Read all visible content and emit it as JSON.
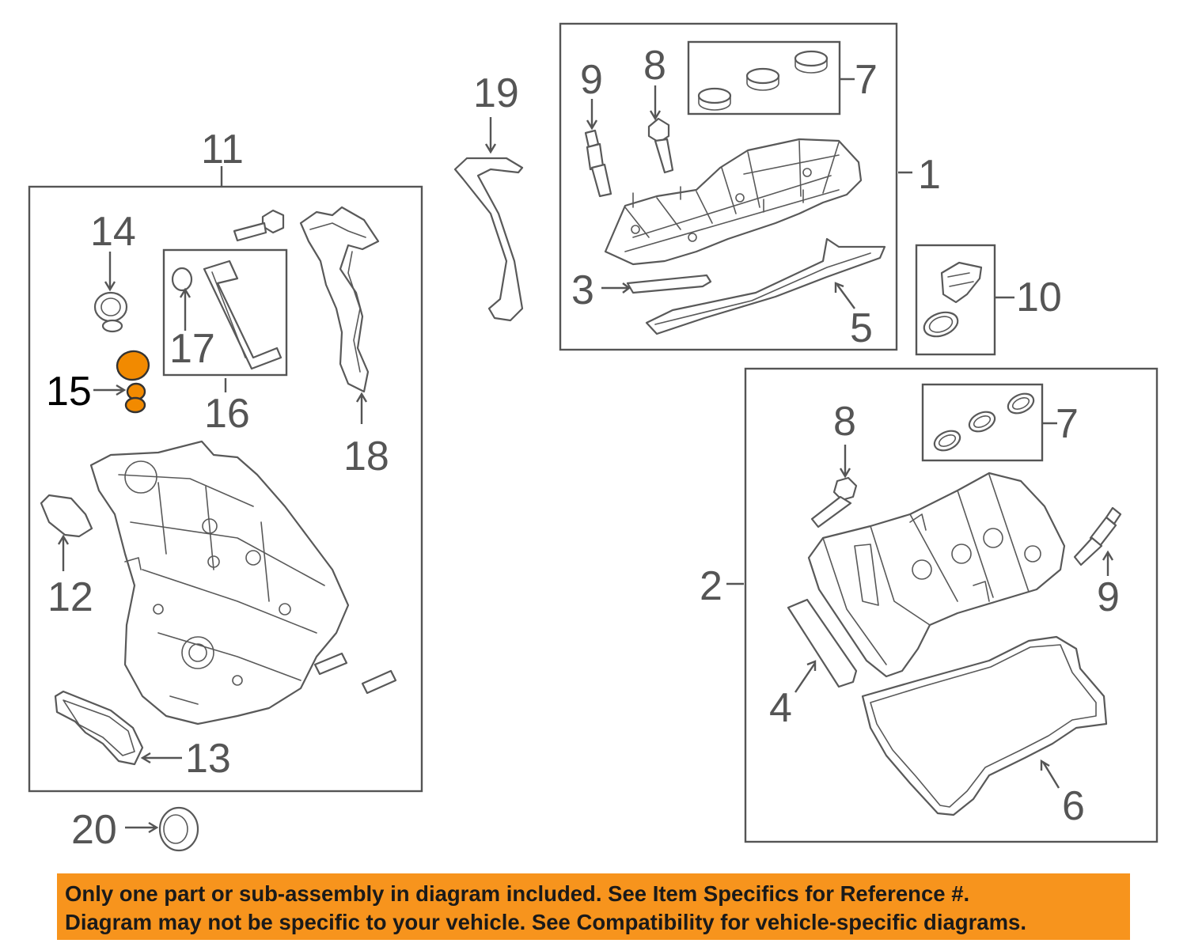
{
  "callouts": {
    "c1": "1",
    "c2": "2",
    "c3": "3",
    "c4": "4",
    "c5": "5",
    "c6": "6",
    "c7a": "7",
    "c7b": "7",
    "c8a": "8",
    "c8b": "8",
    "c9a": "9",
    "c9b": "9",
    "c10": "10",
    "c11": "11",
    "c12": "12",
    "c13": "13",
    "c14": "14",
    "c15": "15",
    "c16": "16",
    "c17": "17",
    "c18": "18",
    "c19": "19",
    "c20": "20"
  },
  "highlight": {
    "part": "15",
    "color": "#f28a00"
  },
  "banner": {
    "line1": "Only one part or sub-assembly in diagram included. See Item Specifics for Reference #.",
    "line2": "Diagram may not be specific to your vehicle. See Compatibility for vehicle-specific diagrams.",
    "color": "#f7941d"
  }
}
